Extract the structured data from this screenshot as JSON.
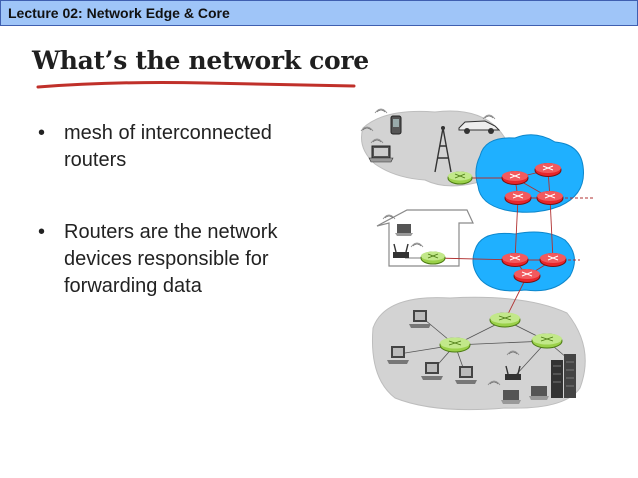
{
  "header": {
    "title": "Lecture 02: Network Edge & Core"
  },
  "slide": {
    "title": "What’s the network core",
    "bullets": [
      {
        "line1": "mesh of interconnected",
        "line2": "routers"
      },
      {
        "line1": "Routers are the network",
        "line2": "devices responsible for",
        "line3": "forwarding data"
      }
    ]
  },
  "colors": {
    "header_bg": "#9fc5f8",
    "accent_underline": "#c0302a",
    "core_cloud": "#1fb0ff",
    "core_router": "#e8262b",
    "edge_router": "#9bd14a",
    "edge_region": "#d3d3d3"
  },
  "icons": [
    "laptop-icon",
    "phone-icon",
    "car-icon",
    "cell-tower-icon",
    "house-icon",
    "wifi-router-icon",
    "desktop-icon",
    "server-rack-icon",
    "router-icon"
  ]
}
